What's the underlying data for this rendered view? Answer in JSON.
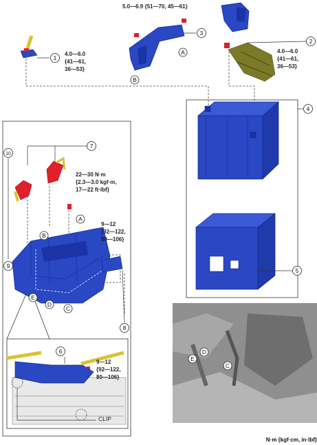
{
  "callouts": [
    "1",
    "2",
    "3",
    "4",
    "5",
    "6",
    "7",
    "8",
    "9",
    "10"
  ],
  "letters": {
    "A": "A",
    "B": "B",
    "C": "C",
    "D": "D",
    "E": "E"
  },
  "torques": {
    "t1": [
      "4.0—6.0",
      "{41—61,",
      "36—53}"
    ],
    "t2": [
      "4.0—6.0",
      "{41—61,",
      "36—53}"
    ],
    "t3": [
      "5.0—6.9 {51—70, 45—61}"
    ],
    "t4": [
      "22—30 N·m",
      "{2.3—3.0 kgf·m,",
      "17—22 ft·lbf}"
    ],
    "t5": [
      "9—12",
      "{92—122,",
      "80—106}"
    ],
    "t6": [
      "9—12",
      "{92—122,",
      "80—106}"
    ]
  },
  "clip_label": "CLIP",
  "units_legend": "N·m {kgf·cm, in·lbf}",
  "colors": {
    "blue": "#2a47c4",
    "blue_dark": "#142a88",
    "red": "#e0202a",
    "yellow": "#d9c232",
    "photo": "#8f8f8f"
  }
}
